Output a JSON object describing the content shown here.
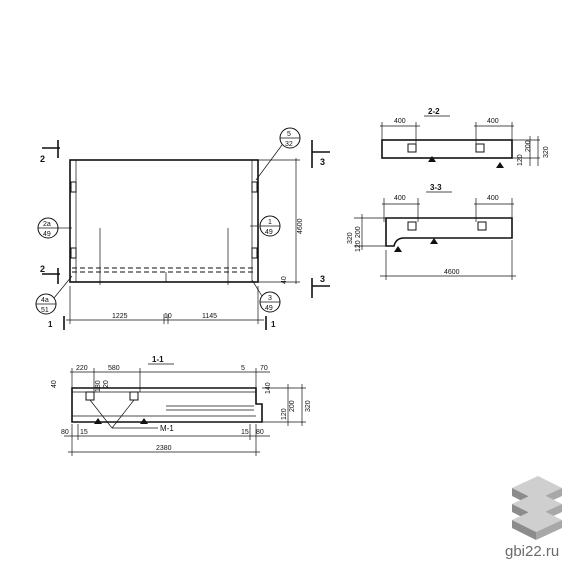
{
  "labels": {
    "sec_2_left_top": "2",
    "sec_2_left_bottom": "2",
    "sec_3_right_top": "3",
    "sec_3_right_bottom": "3",
    "sec_1_left": "1",
    "sec_1_right": "1",
    "node_5_top": "5",
    "node_5_bottom": "32",
    "node_2a_top": "2а",
    "node_2a_bottom": "49",
    "node_1_top": "1",
    "node_1_bottom": "49",
    "node_4a_top": "4а",
    "node_4a_bottom": "51",
    "node_3_top": "3",
    "node_3_bottom": "49",
    "section_2_title": "2-2",
    "section_3_title": "3-3",
    "section_1_title": "1-1",
    "mark_m1": "М-1",
    "watermark": "gbi22.ru"
  },
  "dims": {
    "plan_1225": "1225",
    "plan_10": "10",
    "plan_1145": "1145",
    "plan_4600": "4600",
    "plan_40": "40",
    "s2_400_left": "400",
    "s2_400_right": "400",
    "s2_120": "120",
    "s2_200": "200",
    "s2_320": "320",
    "s3_400_left": "400",
    "s3_400_right": "400",
    "s3_320": "320",
    "s3_120": "120",
    "s3_200": "200",
    "s3_4600": "4600",
    "s1_40": "40",
    "s1_220": "220",
    "s1_580": "580",
    "s1_180": "180",
    "s1_20": "20",
    "s1_5": "5",
    "s1_70": "70",
    "s1_140": "140",
    "s1_120": "120",
    "s1_200": "200",
    "s1_320": "320",
    "s1_80": "80",
    "s1_15_left": "15",
    "s1_15_right": "15",
    "s1_80_right": "80",
    "s1_2380": "2380"
  }
}
